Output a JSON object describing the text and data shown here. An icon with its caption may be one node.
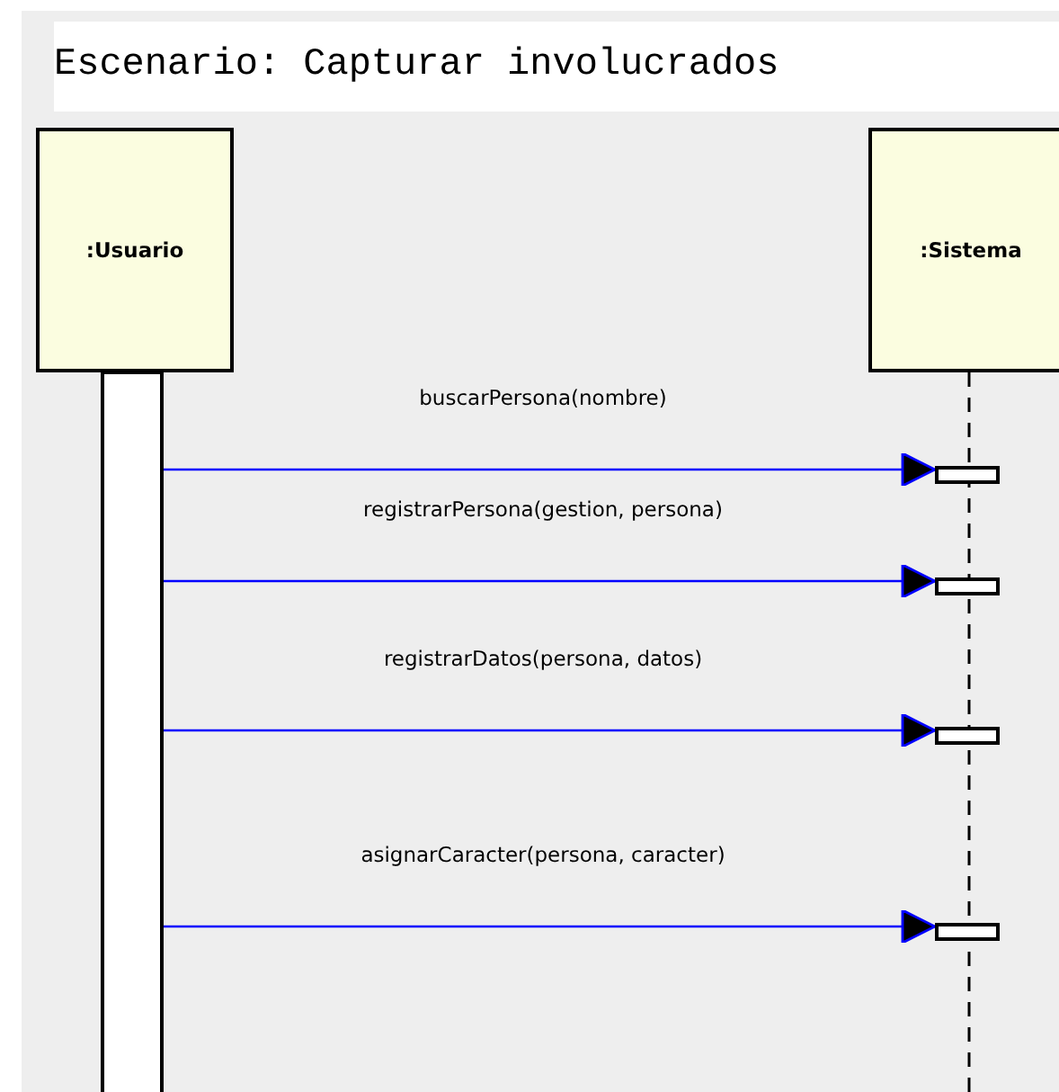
{
  "diagram": {
    "title": "Escenario: Capturar involucrados",
    "nodes": [
      {
        "text": [
          ":Usuario"
        ]
      },
      {
        "text": [
          ":Sistema"
        ]
      },
      {
        "text": [],
        "shape": "bar"
      },
      {
        "text": [],
        "shape": "bar"
      },
      {
        "text": [],
        "shape": "bar"
      },
      {
        "text": [],
        "shape": "bar"
      },
      {
        "text": [],
        "shape": "bar"
      }
    ],
    "edges": [
      {
        "from": 2,
        "to": 3,
        "arrow": "to",
        "label": "buscarPersona(nombre)"
      },
      {
        "from": 2,
        "to": 4,
        "arrow": "to",
        "label": "registrarPersona(gestion, persona)"
      },
      {
        "from": 2,
        "to": 5,
        "arrow": "to",
        "label": "registrarDatos(persona, datos)"
      },
      {
        "from": 2,
        "to": 6,
        "arrow": "to",
        "label": "asignarCaracter(persona, caracter)"
      }
    ]
  }
}
